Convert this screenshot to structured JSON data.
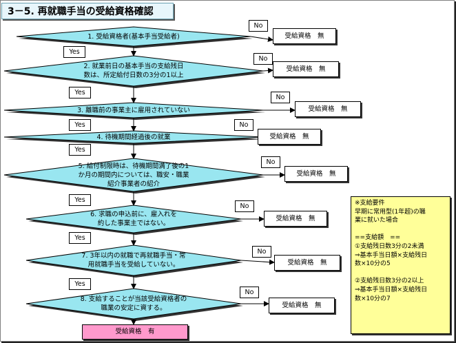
{
  "title": "3－5. 再就職手当の受給資格確認",
  "decisions": [
    {
      "text": "1. 受給資格者(基本手当受給者)"
    },
    {
      "text": "2. 就業前日の基本手当の支給残日\n数は、所定給付日数の3分の1以上"
    },
    {
      "text": "3. 離職前の事業主に雇用されていない"
    },
    {
      "text": "4. 待機期間経過後の就業"
    },
    {
      "text": "5. 給付制限時は、待機期間満了後の1\nか月の期間内については、職安・職業\n紹介事業者の紹介"
    },
    {
      "text": "6. 求職の申込前に、雇入れを\n約した事業主ではない。"
    },
    {
      "text": "7. 3年以内の就職で再就職手当・常\n用就職手当を受給していない。"
    },
    {
      "text": "8. 支給することが当該受給資格者の\n職業の安定に資する。"
    }
  ],
  "yes_label": "Yes",
  "no_label": "No",
  "no_result": "受給資格　無",
  "final_result": "受給資格　有",
  "note": "※支給要件\n早期に常用型(1年超)の職\n業に就いた場合\n\n==支給額　==\n①支給残日数3分の2未満\n⇒基本手当日額×支給残日\n数×10分の5\n\n②支給残日数3分の2以上\n⇒基本手当日額×支給残日\n数×10分の7"
}
